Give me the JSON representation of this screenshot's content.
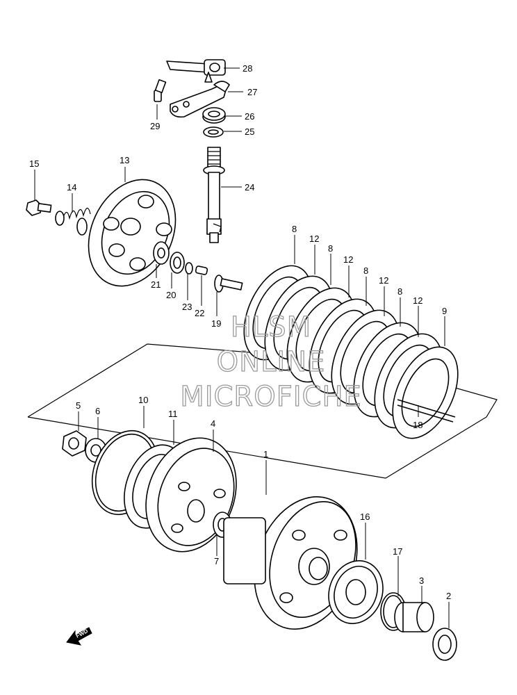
{
  "watermark": {
    "line1": "HLSM",
    "line2": "ONLINE",
    "line3": "MICROFICHE"
  },
  "fwd_label": "FWD",
  "callouts": [
    {
      "id": "c28",
      "label": "28"
    },
    {
      "id": "c27",
      "label": "27"
    },
    {
      "id": "c26",
      "label": "26"
    },
    {
      "id": "c25",
      "label": "25"
    },
    {
      "id": "c29",
      "label": "29"
    },
    {
      "id": "c24",
      "label": "24"
    },
    {
      "id": "c15",
      "label": "15"
    },
    {
      "id": "c14",
      "label": "14"
    },
    {
      "id": "c13",
      "label": "13"
    },
    {
      "id": "c21",
      "label": "21"
    },
    {
      "id": "c20",
      "label": "20"
    },
    {
      "id": "c23",
      "label": "23"
    },
    {
      "id": "c22",
      "label": "22"
    },
    {
      "id": "c19",
      "label": "19"
    },
    {
      "id": "c8a",
      "label": "8"
    },
    {
      "id": "c12a",
      "label": "12"
    },
    {
      "id": "c8b",
      "label": "8"
    },
    {
      "id": "c12b",
      "label": "12"
    },
    {
      "id": "c8c",
      "label": "8"
    },
    {
      "id": "c12c",
      "label": "12"
    },
    {
      "id": "c8d",
      "label": "8"
    },
    {
      "id": "c12d",
      "label": "12"
    },
    {
      "id": "c9",
      "label": "9"
    },
    {
      "id": "c18",
      "label": "18"
    },
    {
      "id": "c5",
      "label": "5"
    },
    {
      "id": "c6",
      "label": "6"
    },
    {
      "id": "c10",
      "label": "10"
    },
    {
      "id": "c11",
      "label": "11"
    },
    {
      "id": "c4",
      "label": "4"
    },
    {
      "id": "c1",
      "label": "1"
    },
    {
      "id": "c7",
      "label": "7"
    },
    {
      "id": "c16",
      "label": "16"
    },
    {
      "id": "c17",
      "label": "17"
    },
    {
      "id": "c3",
      "label": "3"
    },
    {
      "id": "c2",
      "label": "2"
    }
  ]
}
